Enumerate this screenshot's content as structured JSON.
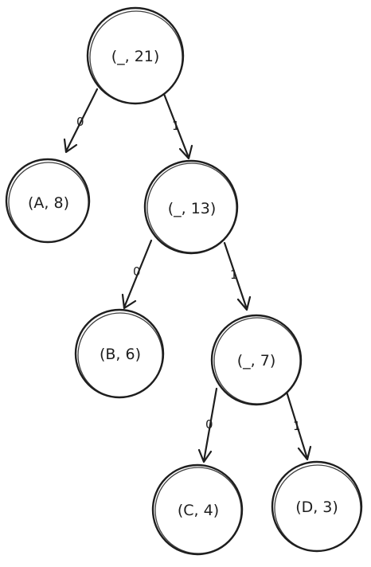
{
  "tree": {
    "nodes": [
      {
        "id": "root",
        "label": "(_, 21)"
      },
      {
        "id": "a",
        "label": "(A, 8)"
      },
      {
        "id": "n13",
        "label": "(_, 13)"
      },
      {
        "id": "b",
        "label": "(B, 6)"
      },
      {
        "id": "n7",
        "label": "(_, 7)"
      },
      {
        "id": "c",
        "label": "(C, 4)"
      },
      {
        "id": "d",
        "label": "(D, 3)"
      }
    ],
    "edges": [
      {
        "from": "root",
        "to": "a",
        "label": "0"
      },
      {
        "from": "root",
        "to": "n13",
        "label": "1"
      },
      {
        "from": "n13",
        "to": "b",
        "label": "0"
      },
      {
        "from": "n13",
        "to": "n7",
        "label": "1"
      },
      {
        "from": "n7",
        "to": "c",
        "label": "0"
      },
      {
        "from": "n7",
        "to": "d",
        "label": "1"
      }
    ]
  }
}
